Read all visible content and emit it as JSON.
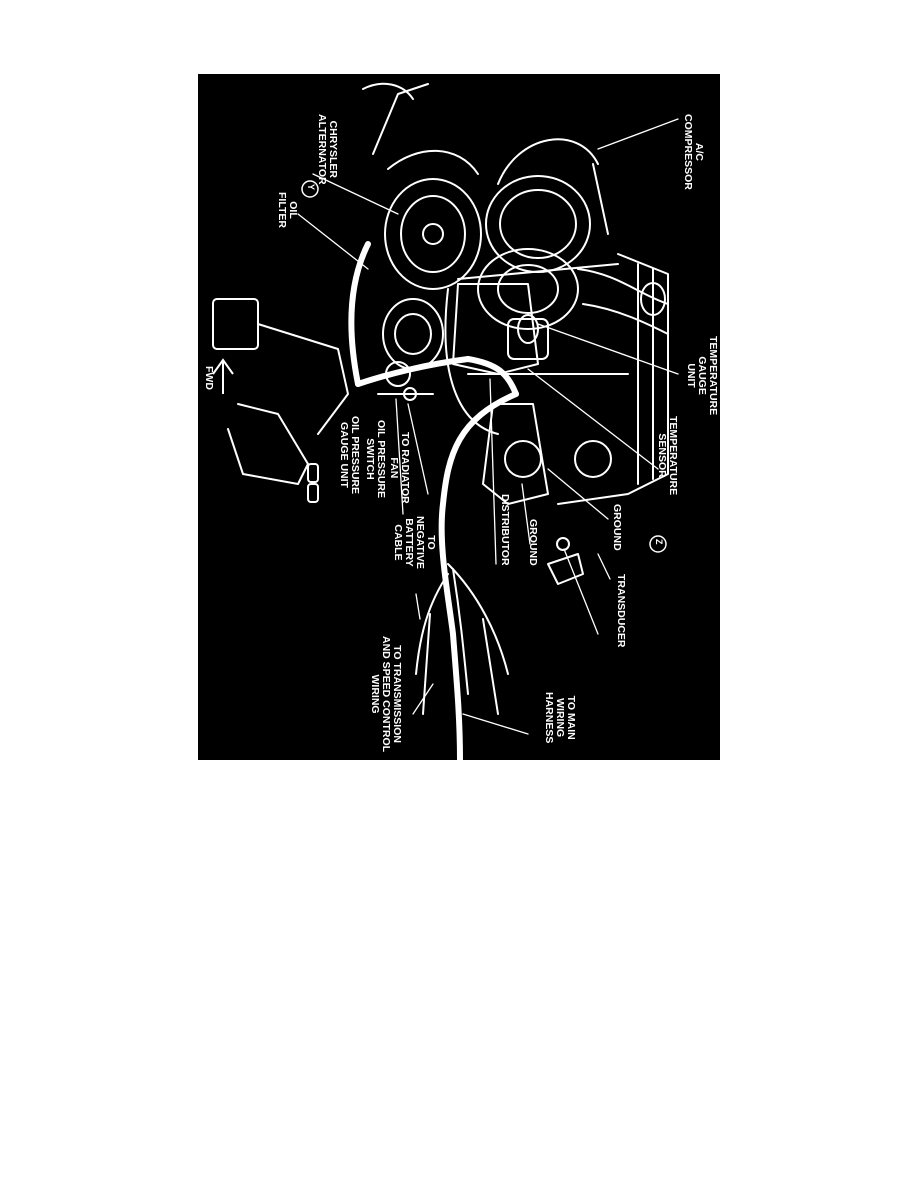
{
  "labels": {
    "ac_compressor": "A/C\nCOMPRESSOR",
    "chrysler_alternator": "CHRYSLER\nALTERNATOR",
    "oil_filter": "OIL\nFILTER",
    "temperature_gauge_unit": "TEMPERATURE\nGAUGE\nUNIT",
    "temperature_sensor": "TEMPERATURE\nSENSOR",
    "ground_upper": "GROUND",
    "ground_lower": "GROUND",
    "transducer": "TRANSDUCER",
    "distributor": "DISTRIBUTOR",
    "to_radiator_fan": "TO RADIATOR\nFAN",
    "oil_pressure_switch": "OIL PRESSURE\nSWITCH",
    "oil_pressure_gauge_unit": "OIL PRESSURE\nGAUGE UNIT",
    "to_negative_battery_cable": "TO\nNEGATIVE\nBATTERY\nCABLE",
    "to_main_wiring_harness": "TO MAIN\nWIRING\nHARNESS",
    "to_transmission_speed_control": "TO TRANSMISSION\nAND SPEED CONTROL\nWIRING",
    "fwd": "FWD",
    "callout_y": "Y",
    "callout_z": "Z"
  }
}
